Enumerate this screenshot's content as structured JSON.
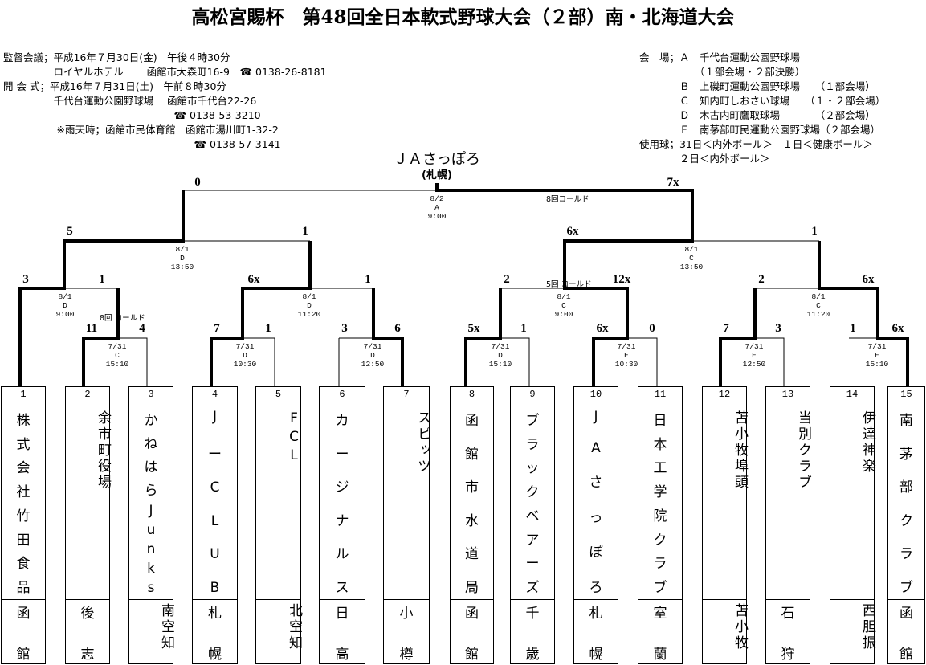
{
  "title": "高松宮賜杯　第48回全日本軟式野球大会（２部）南・北海道大会",
  "info_left": [
    "監督会議；平成16年７月30日(金)　午後４時30分",
    "　　　　　ロイヤルホテル　　 函館市大森町16-9　☎ 0138-26-8181",
    "開 会 式；平成16年７月31日(土)　午前８時30分",
    "　　　　　千代台運動公園野球場　 函館市千代台22-26",
    "　　　　　　　　　　　　　　　　　☎ 0138-53-3210",
    "　　　　　 ※雨天時；函館市民体育館　函館市湯川町1-32-2",
    "　　　　　　　　　　　　　　　　　　　☎ 0138-57-3141"
  ],
  "info_right": [
    "会　場；Ａ　千代台運動公園野球場",
    "　　　　　　（１部会場・２部決勝）",
    "　　　　Ｂ　上磯町運動公園野球場　　（１部会場）",
    "　　　　Ｃ　知内町しおさい球場　　（１・２部会場）",
    "　　　　Ｄ　木古内町鷹取球場　　　　（２部会場）",
    "　　　　Ｅ　南茅部町民運動公園野球場（２部会場）",
    "使用球；31日＜内外ボール＞　１日＜健康ボール＞",
    "　　　　２日＜内外ボール＞"
  ],
  "champion": {
    "name": "ＪＡさっぽろ",
    "home": "(札幌)"
  },
  "games": {
    "final": {
      "date": "8/2",
      "venue": "A",
      "time": "9:00",
      "score_left": "0",
      "score_right": "7x",
      "note": "8回コールド"
    },
    "r3": [
      {
        "date": "8/1",
        "venue": "D",
        "time": "13:50",
        "score_left": "5",
        "score_right": "1"
      },
      {
        "date": "8/1",
        "venue": "C",
        "time": "13:50",
        "score_left": "6x",
        "score_right": "1"
      }
    ],
    "r2": [
      {
        "date": "8/1",
        "venue": "D",
        "time": "9:00",
        "score_left": "3",
        "score_right": "1",
        "note": "8回 コールド"
      },
      {
        "date": "8/1",
        "venue": "D",
        "time": "11:20",
        "score_left": "6x",
        "score_right": "1"
      },
      {
        "date": "8/1",
        "venue": "C",
        "time": "9:00",
        "score_left": "2",
        "score_right": "12x",
        "note": "5回 コールド"
      },
      {
        "date": "8/1",
        "venue": "C",
        "time": "11:20",
        "score_left": "2",
        "score_right": "6x"
      }
    ],
    "r1": [
      {
        "date": "7/31",
        "venue": "C",
        "time": "15:10",
        "score_left": "11",
        "score_right": "4"
      },
      {
        "date": "7/31",
        "venue": "D",
        "time": "10:30",
        "score_left": "7",
        "score_right": "1"
      },
      {
        "date": "7/31",
        "venue": "D",
        "time": "12:50",
        "score_left": "3",
        "score_right": "6"
      },
      {
        "date": "7/31",
        "venue": "D",
        "time": "15:10",
        "score_left": "5x",
        "score_right": "1"
      },
      {
        "date": "7/31",
        "venue": "E",
        "time": "10:30",
        "score_left": "6x",
        "score_right": "0"
      },
      {
        "date": "7/31",
        "venue": "E",
        "time": "12:50",
        "score_left": "7",
        "score_right": "3"
      },
      {
        "date": "7/31",
        "venue": "E",
        "time": "15:10",
        "score_left": "1",
        "score_right": "6x"
      }
    ]
  },
  "teams": [
    {
      "no": "1",
      "name": "株式会社竹田食品",
      "home": "函館"
    },
    {
      "no": "2",
      "name": "余市町役場",
      "home": "後志"
    },
    {
      "no": "3",
      "name": "かねはらJunks",
      "home": "南空知"
    },
    {
      "no": "4",
      "name": "JーCLUB",
      "home": "札幌"
    },
    {
      "no": "5",
      "name": "FCL",
      "home": "北空知"
    },
    {
      "no": "6",
      "name": "カージナルス",
      "home": "日高"
    },
    {
      "no": "7",
      "name": "スピッツ",
      "home": "小樽"
    },
    {
      "no": "8",
      "name": "函館市水道局",
      "home": "函館"
    },
    {
      "no": "9",
      "name": "ブラックベアーズ",
      "home": "千歳"
    },
    {
      "no": "10",
      "name": "JAさっぽろ",
      "home": "札幌"
    },
    {
      "no": "11",
      "name": "日本工学院クラブ",
      "home": "室蘭"
    },
    {
      "no": "12",
      "name": "苫小牧埠頭",
      "home": "苫小牧"
    },
    {
      "no": "13",
      "name": "当別クラブ",
      "home": "石狩"
    },
    {
      "no": "14",
      "name": "伊達神楽",
      "home": "西胆振"
    },
    {
      "no": "15",
      "name": "南茅部クラブ",
      "home": "函館"
    }
  ]
}
